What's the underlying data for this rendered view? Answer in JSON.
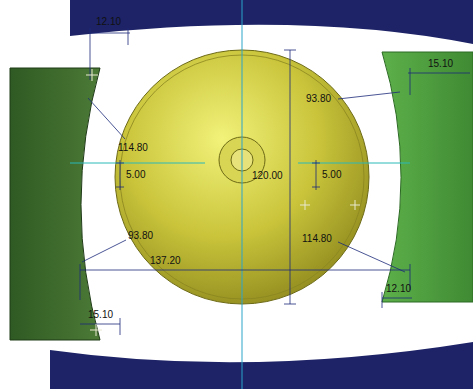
{
  "diagram": {
    "labels": [
      "12.10",
      "15.10",
      "114.80",
      "93.80",
      "120.00",
      "5.00",
      "5.00",
      "93.80",
      "114.80",
      "137.20",
      "12.10",
      "15.10"
    ]
  }
}
